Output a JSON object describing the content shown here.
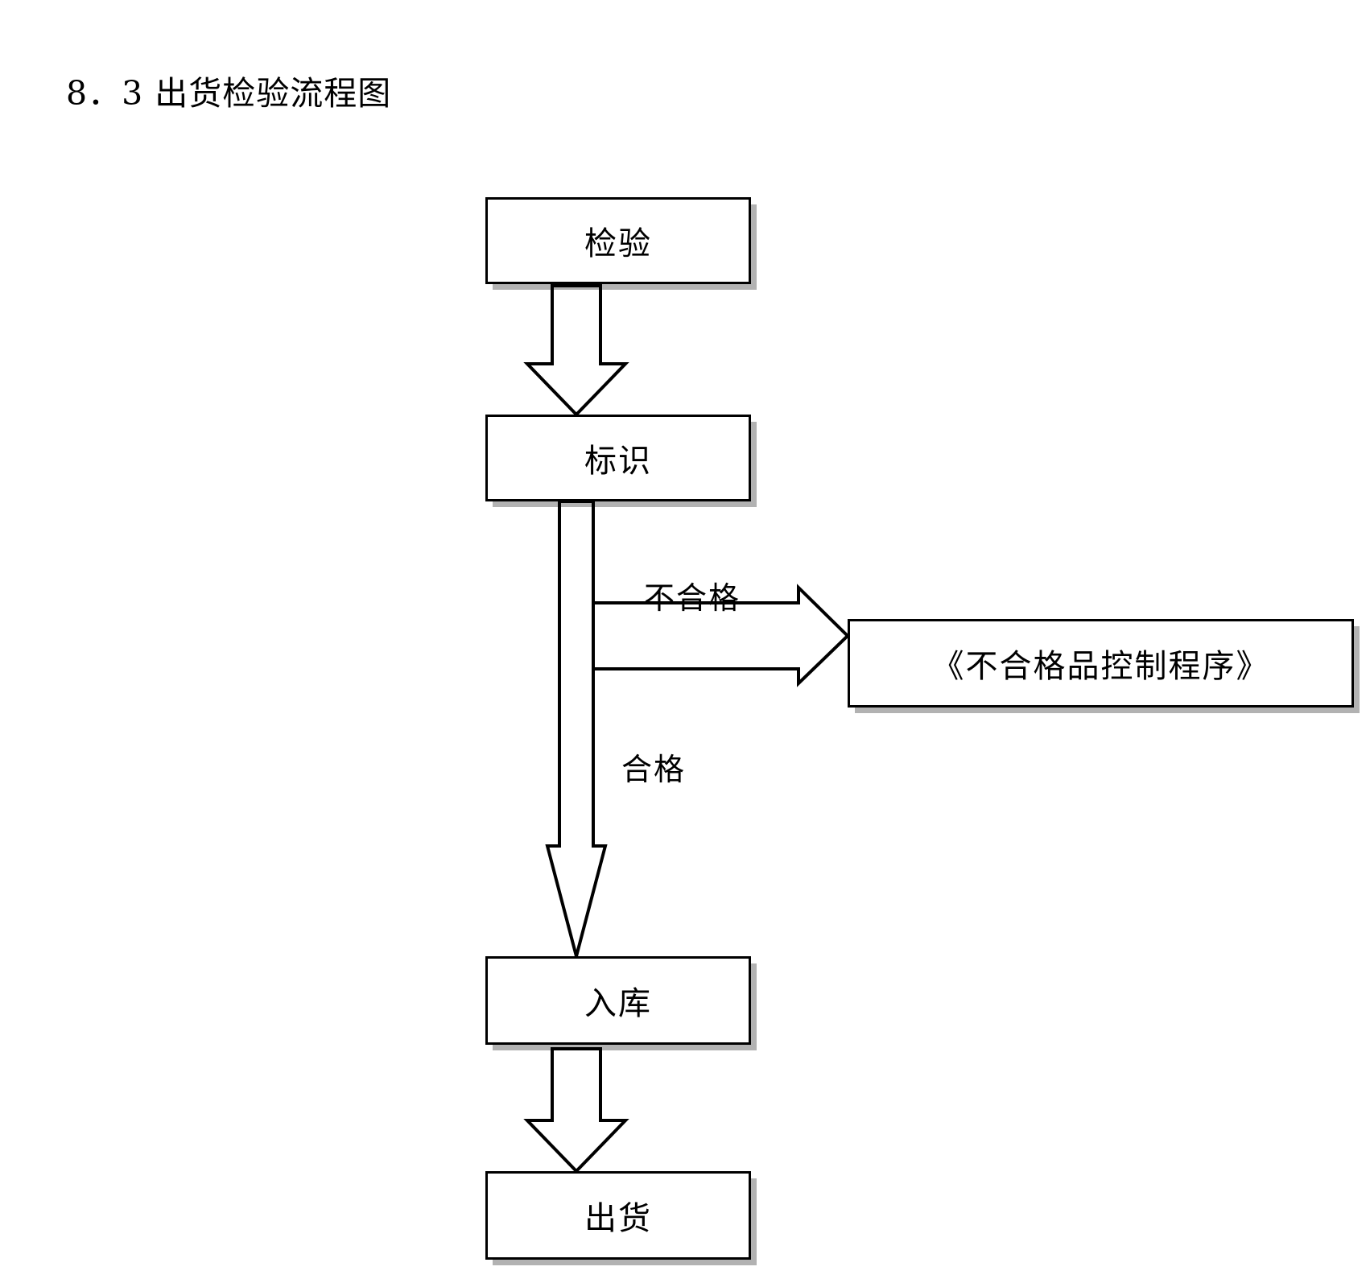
{
  "page": {
    "title": "8．3 出货检验流程图",
    "background": "#ffffff",
    "ink": "#000000"
  },
  "flowchart": {
    "type": "flowchart",
    "orientation": "top-to-bottom",
    "nodes": [
      {
        "id": "inspect",
        "label": "检验",
        "shape": "rectangle"
      },
      {
        "id": "mark",
        "label": "标识",
        "shape": "rectangle"
      },
      {
        "id": "ncr",
        "label": "《不合格品控制程序》",
        "shape": "rectangle"
      },
      {
        "id": "storage",
        "label": "入库",
        "shape": "rectangle"
      },
      {
        "id": "ship",
        "label": "出货",
        "shape": "rectangle"
      }
    ],
    "edges": [
      {
        "from": "inspect",
        "to": "mark",
        "label": "",
        "style": "block-arrow-down"
      },
      {
        "from": "mark",
        "to": "ncr",
        "label": "不合格",
        "style": "block-arrow-right"
      },
      {
        "from": "mark",
        "to": "storage",
        "label": "合格",
        "style": "block-arrow-down"
      },
      {
        "from": "storage",
        "to": "ship",
        "label": "",
        "style": "block-arrow-down"
      }
    ],
    "labels": {
      "reject": "不合格",
      "pass": "合格"
    }
  }
}
